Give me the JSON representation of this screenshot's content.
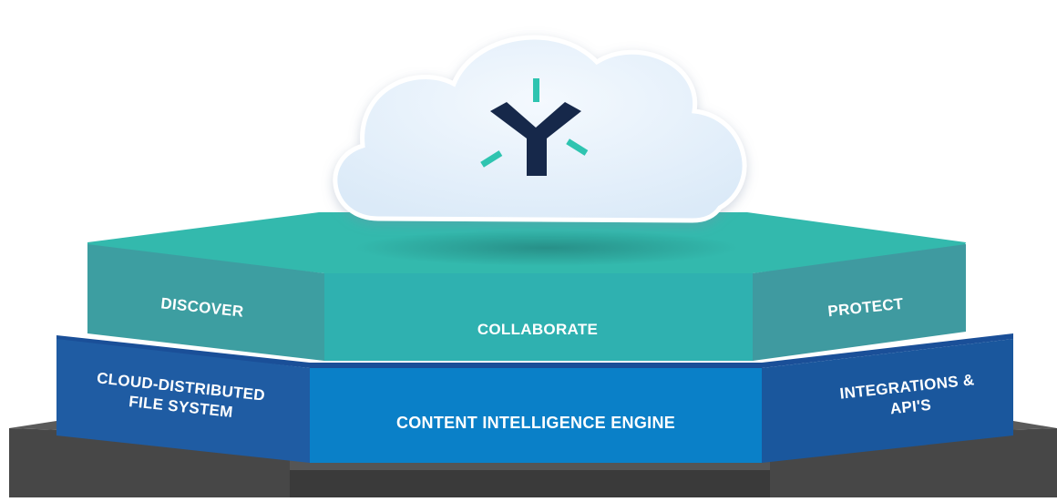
{
  "colors": {
    "background": "#ffffff",
    "base_top": "#5c5c5c",
    "base_front": "#3a3a3a",
    "blue_side": "#1f5fa8",
    "blue_front": "#0a7fc8",
    "blue_top": "#1a4f98",
    "teal_top": "#33b8ad",
    "teal_side": "#3f9c9f",
    "teal_front": "#2fb1b0",
    "cloud_fill": "#eaf3fb",
    "logo_dark": "#16284a",
    "logo_accent": "#2ec4b0"
  },
  "logo": {
    "icon": "y-node-logo-icon"
  },
  "layers": {
    "top": {
      "left_label": "DISCOVER",
      "center_label": "COLLABORATE",
      "right_label": "PROTECT"
    },
    "middle": {
      "left_label_line1": "CLOUD-DISTRIBUTED",
      "left_label_line2": "FILE SYSTEM",
      "center_label": "CONTENT INTELLIGENCE ENGINE",
      "right_label_line1": "INTEGRATIONS &",
      "right_label_line2": "API'S"
    }
  }
}
